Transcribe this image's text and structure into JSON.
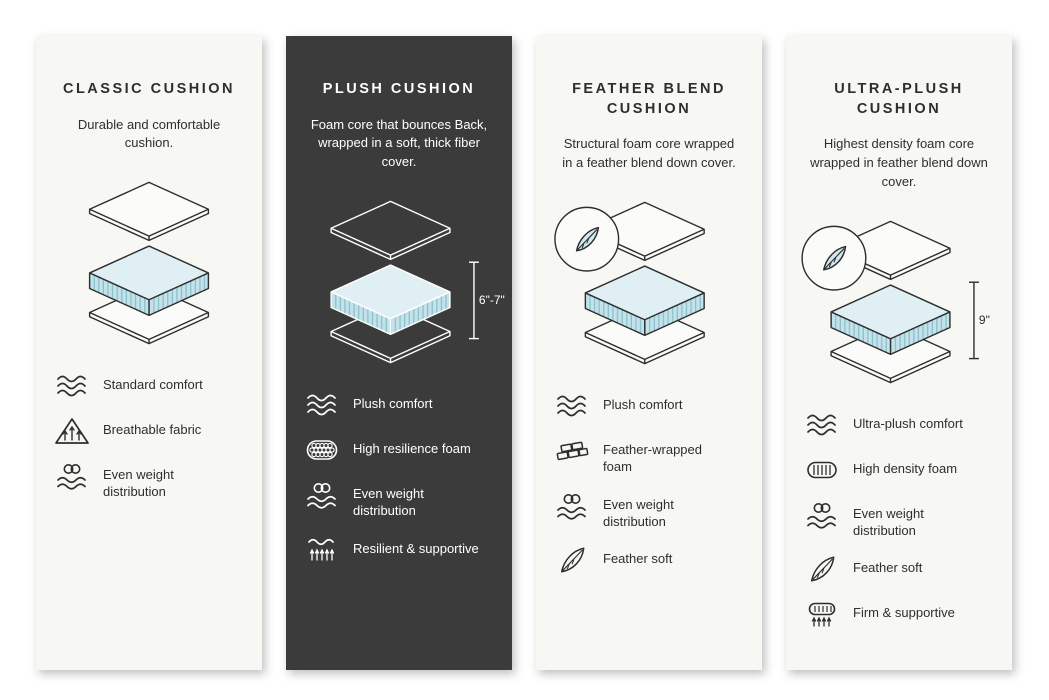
{
  "colors": {
    "light_card_bg": "#f7f7f4",
    "dark_card_bg": "#3b3b3b",
    "foam_top": "#e0eff3",
    "foam_side": "#c3e2ea",
    "foam_stripe": "#8cc0cc",
    "feather_fill": "#cfe9ef",
    "text_dark": "#2e2e2e",
    "text_light": "#ffffff"
  },
  "cards": [
    {
      "id": "classic-cushion",
      "theme": "light",
      "title": "CLASSIC CUSHION",
      "description": "Durable and comfortable cushion.",
      "features": [
        {
          "icon": "waves-icon",
          "label": "Standard comfort"
        },
        {
          "icon": "breathable-icon",
          "label": "Breathable fabric"
        },
        {
          "icon": "weight-distribution-icon",
          "label": "Even weight distribution"
        }
      ]
    },
    {
      "id": "plush-cushion",
      "theme": "dark",
      "title": "PLUSH CUSHION",
      "description": "Foam core that bounces Back, wrapped in a soft, thick fiber cover.",
      "dimension": "6\"-7\"",
      "features": [
        {
          "icon": "waves-icon",
          "label": "Plush comfort"
        },
        {
          "icon": "honeycomb-foam-icon",
          "label": "High resilience foam"
        },
        {
          "icon": "weight-distribution-icon",
          "label": "Even weight distribution"
        },
        {
          "icon": "springs-icon",
          "label": "Resilient & supportive"
        }
      ]
    },
    {
      "id": "feather-blend-cushion",
      "theme": "light",
      "title": "FEATHER BLEND CUSHION",
      "description": "Structural foam core wrapped in a feather blend down cover.",
      "badge": "feather",
      "features": [
        {
          "icon": "waves-icon",
          "label": "Plush comfort"
        },
        {
          "icon": "bricks-foam-icon",
          "label": "Feather-wrapped foam"
        },
        {
          "icon": "weight-distribution-icon",
          "label": "Even weight distribution"
        },
        {
          "icon": "feather-icon",
          "label": "Feather soft"
        }
      ]
    },
    {
      "id": "ultra-plush-cushion",
      "theme": "light",
      "title": "ULTRA-PLUSH CUSHION",
      "description": "Highest density foam core wrapped in feather blend down cover.",
      "badge": "feather",
      "dimension": "9\"",
      "features": [
        {
          "icon": "waves-icon",
          "label": "Ultra-plush comfort"
        },
        {
          "icon": "density-foam-icon",
          "label": "High density foam"
        },
        {
          "icon": "weight-distribution-icon",
          "label": "Even weight distribution"
        },
        {
          "icon": "feather-icon",
          "label": "Feather soft"
        },
        {
          "icon": "mattress-support-icon",
          "label": "Firm & supportive"
        }
      ]
    }
  ]
}
